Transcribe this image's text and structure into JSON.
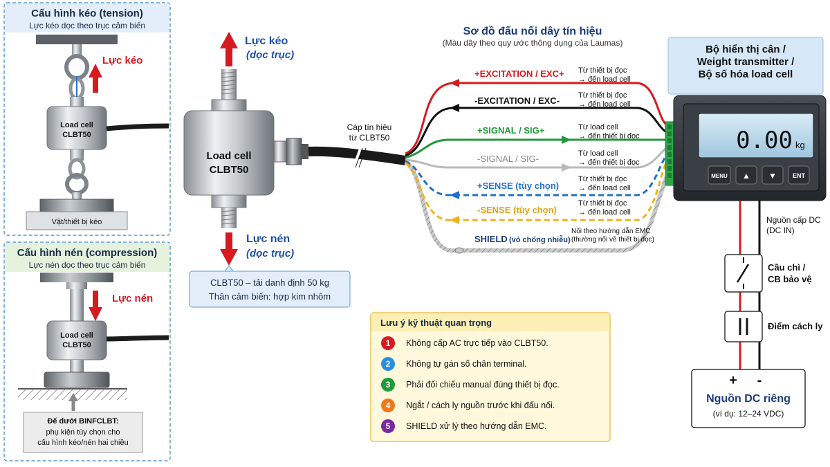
{
  "tension": {
    "title": "Cấu hình kéo (tension)",
    "subtitle": "Lực kéo dọc theo trục cảm biến",
    "force_label": "Lực kéo",
    "cell_line1": "Load cell",
    "cell_line2": "CLBT50",
    "base_label": "Vật/thiết bị kéo"
  },
  "compression": {
    "title": "Cấu hình nén (compression)",
    "subtitle": "Lực nén dọc theo trục cảm biến",
    "force_label": "Lực nén",
    "cell_line1": "Load cell",
    "cell_line2": "CLBT50",
    "note_line1": "Đế dưới BINFCLBT:",
    "note_line2": "phụ kiện tùy chọn cho",
    "note_line3": "cấu hình kéo/nén hai chiều"
  },
  "main_cell": {
    "line1": "Load cell",
    "line2": "CLBT50",
    "pull_label": "Lực kéo",
    "pull_sub": "(dọc trục)",
    "push_label": "Lực nén",
    "push_sub": "(dọc trục)",
    "spec_line1": "CLBT50 – tải danh định 50 kg",
    "spec_line2": "Thân cảm biến: hợp kim nhôm",
    "cable_line1": "Cáp tín hiệu",
    "cable_line2": "từ CLBT50"
  },
  "wiring": {
    "title": "Sơ đồ đấu nối dây tín hiệu",
    "subtitle": "(Màu dây theo quy ước thông dụng của Laumas)",
    "wires": [
      {
        "label": "+EXCITATION / EXC+",
        "dir1": "Từ thiết bị đọc",
        "dir2": "→ đến load cell",
        "color": "#d71920"
      },
      {
        "label": "-EXCITATION / EXC-",
        "dir1": "Từ thiết bị đọc",
        "dir2": "→ đến load cell",
        "color": "#111111"
      },
      {
        "label": "+SIGNAL / SIG+",
        "dir1": "Từ load cell",
        "dir2": "→ đến thiết bị đọc",
        "color": "#1f9a3a"
      },
      {
        "label": "-SIGNAL / SIG-",
        "dir1": "Từ load cell",
        "dir2": "→ đến thiết bị đọc",
        "color": "#b9b9b9"
      },
      {
        "label": "+SENSE (tùy chọn)",
        "dir1": "Từ thiết bị đọc",
        "dir2": "→ đến load cell",
        "color": "#1f6fd1"
      },
      {
        "label": "-SENSE (tùy chọn)",
        "dir1": "Từ thiết bị đọc",
        "dir2": "→ đến load cell",
        "color": "#f0b21a"
      }
    ],
    "shield_label": "SHIELD",
    "shield_sub": "(vỏ chống nhiễu)",
    "shield_note1": "Nối theo hướng dẫn EMC",
    "shield_note2": "(thường nối về thiết bị đọc)"
  },
  "display": {
    "title1": "Bộ hiển thị cân /",
    "title2": "Weight transmitter /",
    "title3": "Bộ số hóa load cell",
    "value": "0.00",
    "unit": "kg",
    "btn_menu": "MENU",
    "btn_up": "▲",
    "btn_down": "▼",
    "btn_ent": "ENT"
  },
  "power": {
    "supply_label1": "Nguồn cấp DC",
    "supply_label2": "(DC IN)",
    "fuse1": "Cầu chì /",
    "fuse2": "CB bảo vệ",
    "isolation": "Điểm cách ly",
    "plus": "+",
    "minus": "-",
    "psu_title": "Nguồn DC riêng",
    "psu_sub": "(ví dụ: 12–24 VDC)"
  },
  "notes": {
    "title": "Lưu ý kỹ thuật quan trọng",
    "items": [
      {
        "num": "1",
        "text": "Không cấp AC trực tiếp vào CLBT50.",
        "color": "#d71920"
      },
      {
        "num": "2",
        "text": "Không tự gán số chân terminal.",
        "color": "#2a8fe0"
      },
      {
        "num": "3",
        "text": "Phải đối chiếu manual đúng thiết bị đọc.",
        "color": "#1f9a3a"
      },
      {
        "num": "4",
        "text": "Ngắt / cách ly nguồn trước khi đấu nối.",
        "color": "#f07a1a"
      },
      {
        "num": "5",
        "text": "SHIELD xử lý theo hướng dẫn EMC.",
        "color": "#7a2a9e"
      }
    ]
  }
}
